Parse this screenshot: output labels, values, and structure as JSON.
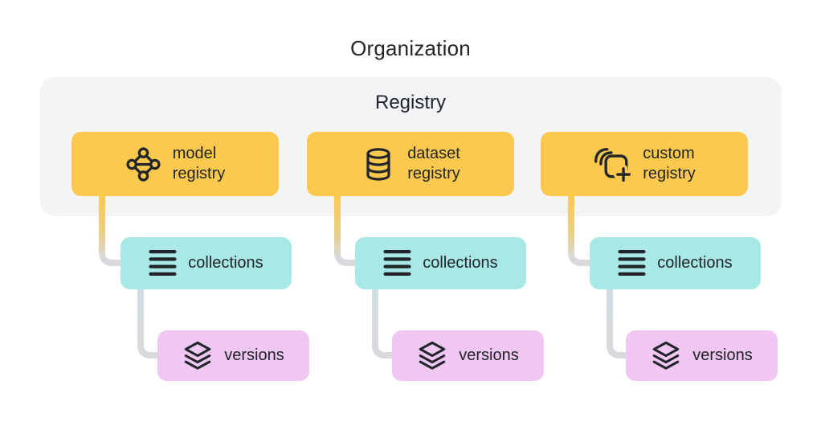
{
  "title": "Organization",
  "panel": {
    "label": "Registry"
  },
  "columns": [
    {
      "registry": {
        "icon": "model-registry-icon",
        "line1": "model",
        "line2": "registry"
      },
      "collections": {
        "icon": "collections-list-icon",
        "label": "collections"
      },
      "versions": {
        "icon": "versions-stack-icon",
        "label": "versions"
      }
    },
    {
      "registry": {
        "icon": "dataset-registry-icon",
        "line1": "dataset",
        "line2": "registry"
      },
      "collections": {
        "icon": "collections-list-icon",
        "label": "collections"
      },
      "versions": {
        "icon": "versions-stack-icon",
        "label": "versions"
      }
    },
    {
      "registry": {
        "icon": "custom-registry-icon",
        "line1": "custom",
        "line2": "registry"
      },
      "collections": {
        "icon": "collections-list-icon",
        "label": "collections"
      },
      "versions": {
        "icon": "versions-stack-icon",
        "label": "versions"
      }
    }
  ],
  "theme": {
    "background": "#FFFFFF",
    "panel_fill": "#F3F4F6",
    "registry_box_fill": "#FCC94E",
    "collections_box_fill": "#A8E9E8",
    "versions_box_fill": "#F0C7F3",
    "text_ink": "#212529",
    "connector_gray": "#D8D9DC"
  }
}
